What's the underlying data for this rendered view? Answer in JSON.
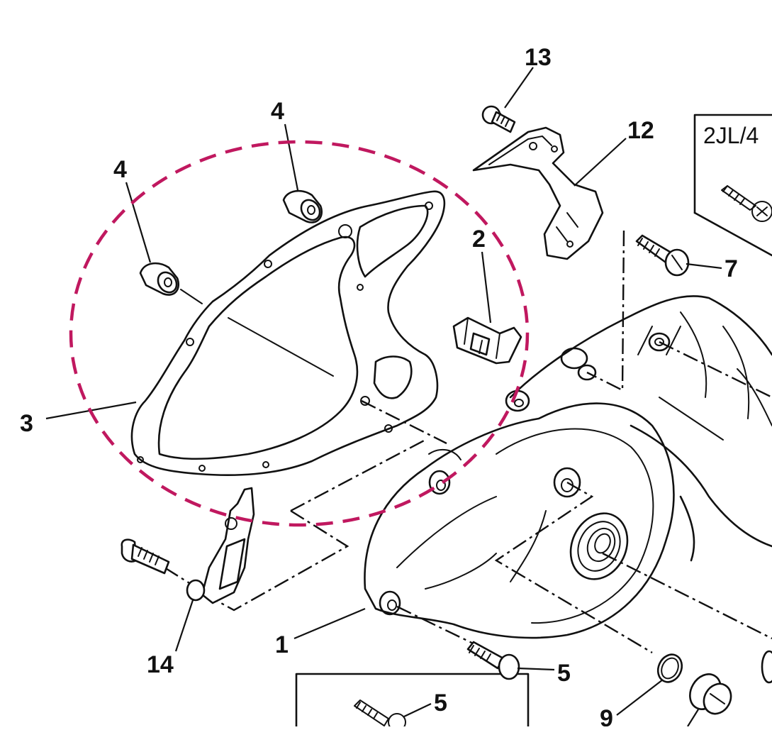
{
  "callouts": {
    "p1": "1",
    "p2": "2",
    "p3": "3",
    "p4a": "4",
    "p4b": "4",
    "p5a": "5",
    "p5b": "5",
    "p7": "7",
    "p9": "9",
    "p12": "12",
    "p13": "13",
    "p14": "14"
  },
  "inset_box_label": "2JL/4",
  "colors": {
    "highlight": "#c0185f",
    "ink": "#111111"
  }
}
